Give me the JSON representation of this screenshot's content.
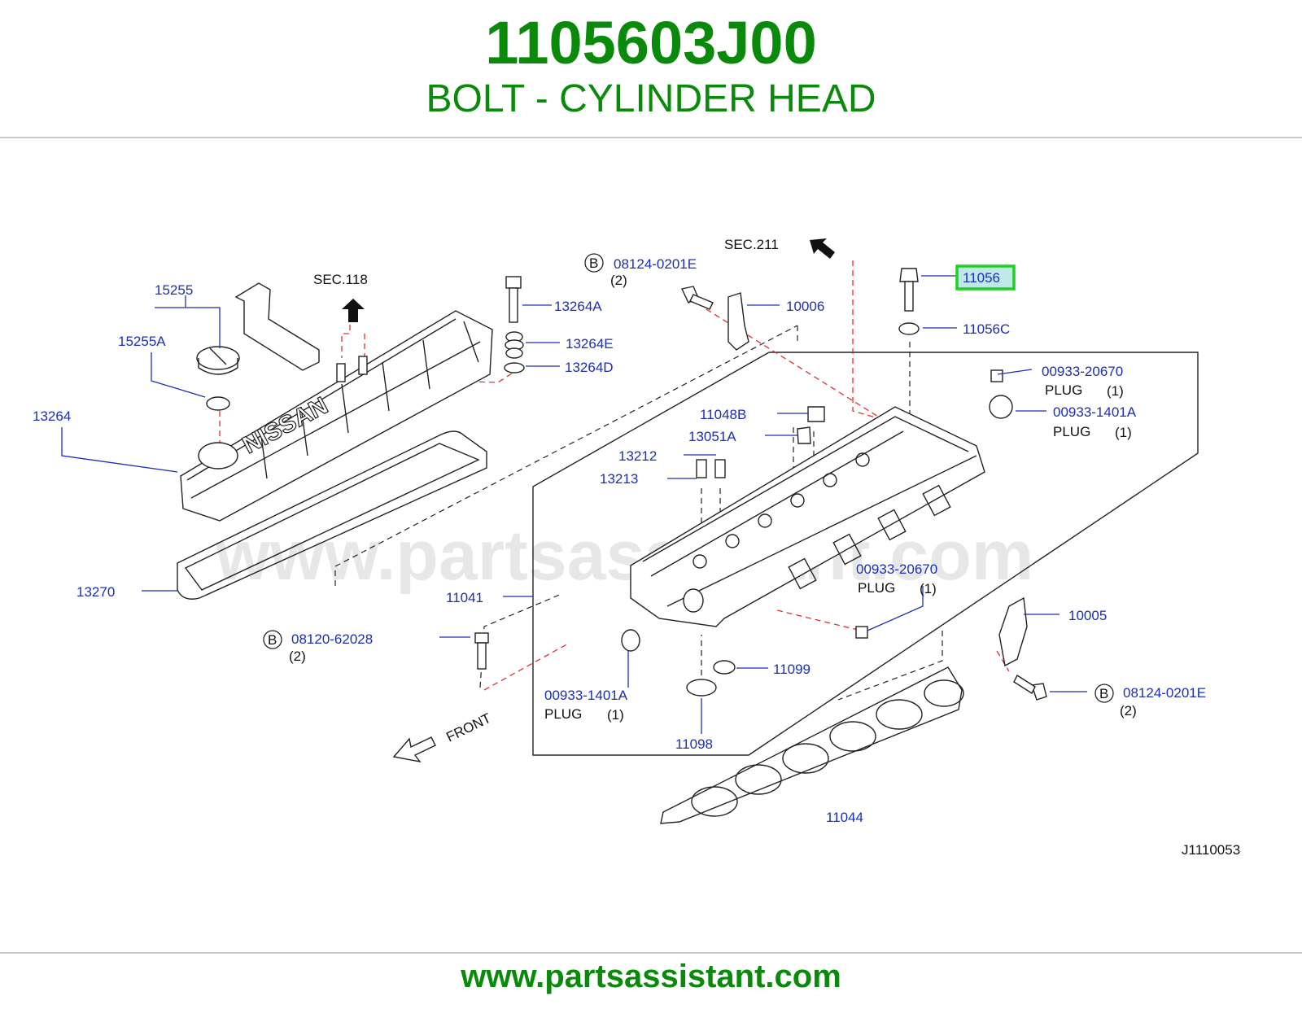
{
  "header": {
    "part_number": "1105603J00",
    "description": "BOLT - CYLINDER HEAD"
  },
  "diagram": {
    "watermark": "www.partsassistant.com",
    "ref_code": "J1110053",
    "front_label": "FRONT",
    "sec_labels": [
      "SEC.118",
      "SEC.211"
    ],
    "highlighted_part": "11056",
    "highlight_color": "#1fd11f",
    "parts": [
      {
        "num": "15255"
      },
      {
        "num": "15255A"
      },
      {
        "num": "13264"
      },
      {
        "num": "13270"
      },
      {
        "num": "13264A"
      },
      {
        "num": "13264E"
      },
      {
        "num": "13264D"
      },
      {
        "num": "08124-0201E",
        "badge": "B",
        "qty": "(2)"
      },
      {
        "num": "10006"
      },
      {
        "num": "11056"
      },
      {
        "num": "11056C"
      },
      {
        "num": "00933-20670",
        "desc": "PLUG",
        "qty": "(1)"
      },
      {
        "num": "00933-1401A",
        "desc": "PLUG",
        "qty": "(1)"
      },
      {
        "num": "11048B"
      },
      {
        "num": "13051A"
      },
      {
        "num": "13212"
      },
      {
        "num": "13213"
      },
      {
        "num": "11041"
      },
      {
        "num": "00933-20670",
        "desc": "PLUG",
        "qty": "(1)"
      },
      {
        "num": "08120-62028",
        "badge": "B",
        "qty": "(2)"
      },
      {
        "num": "10005"
      },
      {
        "num": "11099"
      },
      {
        "num": "00933-1401A",
        "desc": "PLUG",
        "qty": "(1)"
      },
      {
        "num": "11098"
      },
      {
        "num": "08124-0201E",
        "badge": "B",
        "qty": "(2)"
      },
      {
        "num": "11044"
      }
    ]
  },
  "footer": {
    "url": "www.partsassistant.com"
  },
  "colors": {
    "brand_green": "#0a8a0a",
    "part_number_blue": "#1a2fb4",
    "leader_red": "#e03030"
  }
}
